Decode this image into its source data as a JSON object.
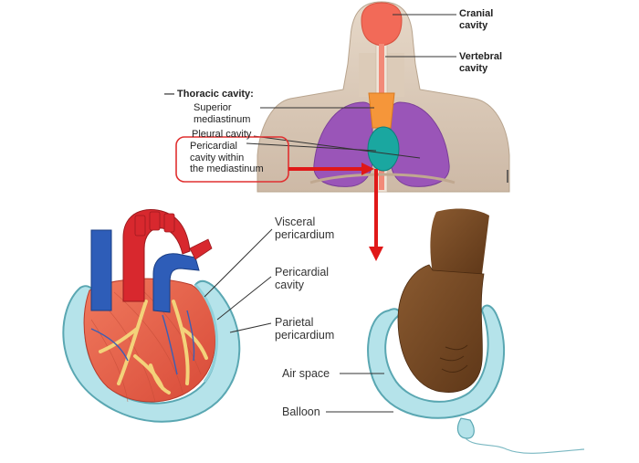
{
  "top_labels": {
    "cranial": "Cranial\ncavity",
    "vertebral": "Vertebral\ncavity",
    "thoracic": "— Thoracic cavity:",
    "superior": "Superior\nmediastinum",
    "pleural": "Pleural cavity",
    "pericardial": "Pericardial\ncavity within\nthe mediastinum"
  },
  "heart_labels": {
    "visceral": "Visceral\npericardium",
    "pericardial_cavity": "Pericardial\ncavity",
    "parietal": "Parietal\npericardium"
  },
  "balloon_labels": {
    "air_space": "Air space",
    "balloon": "Balloon"
  },
  "colors": {
    "highlight_box": "#e03030",
    "arrow": "#e01818",
    "skin_body": "#d8c8b8",
    "cranial": "#f26a58",
    "lungs": "#9a55b8",
    "pericardium": "#b5e3ea",
    "heart_red": "#d8282e",
    "heart_blue": "#2e5db8",
    "fist": "#7a4a25"
  }
}
